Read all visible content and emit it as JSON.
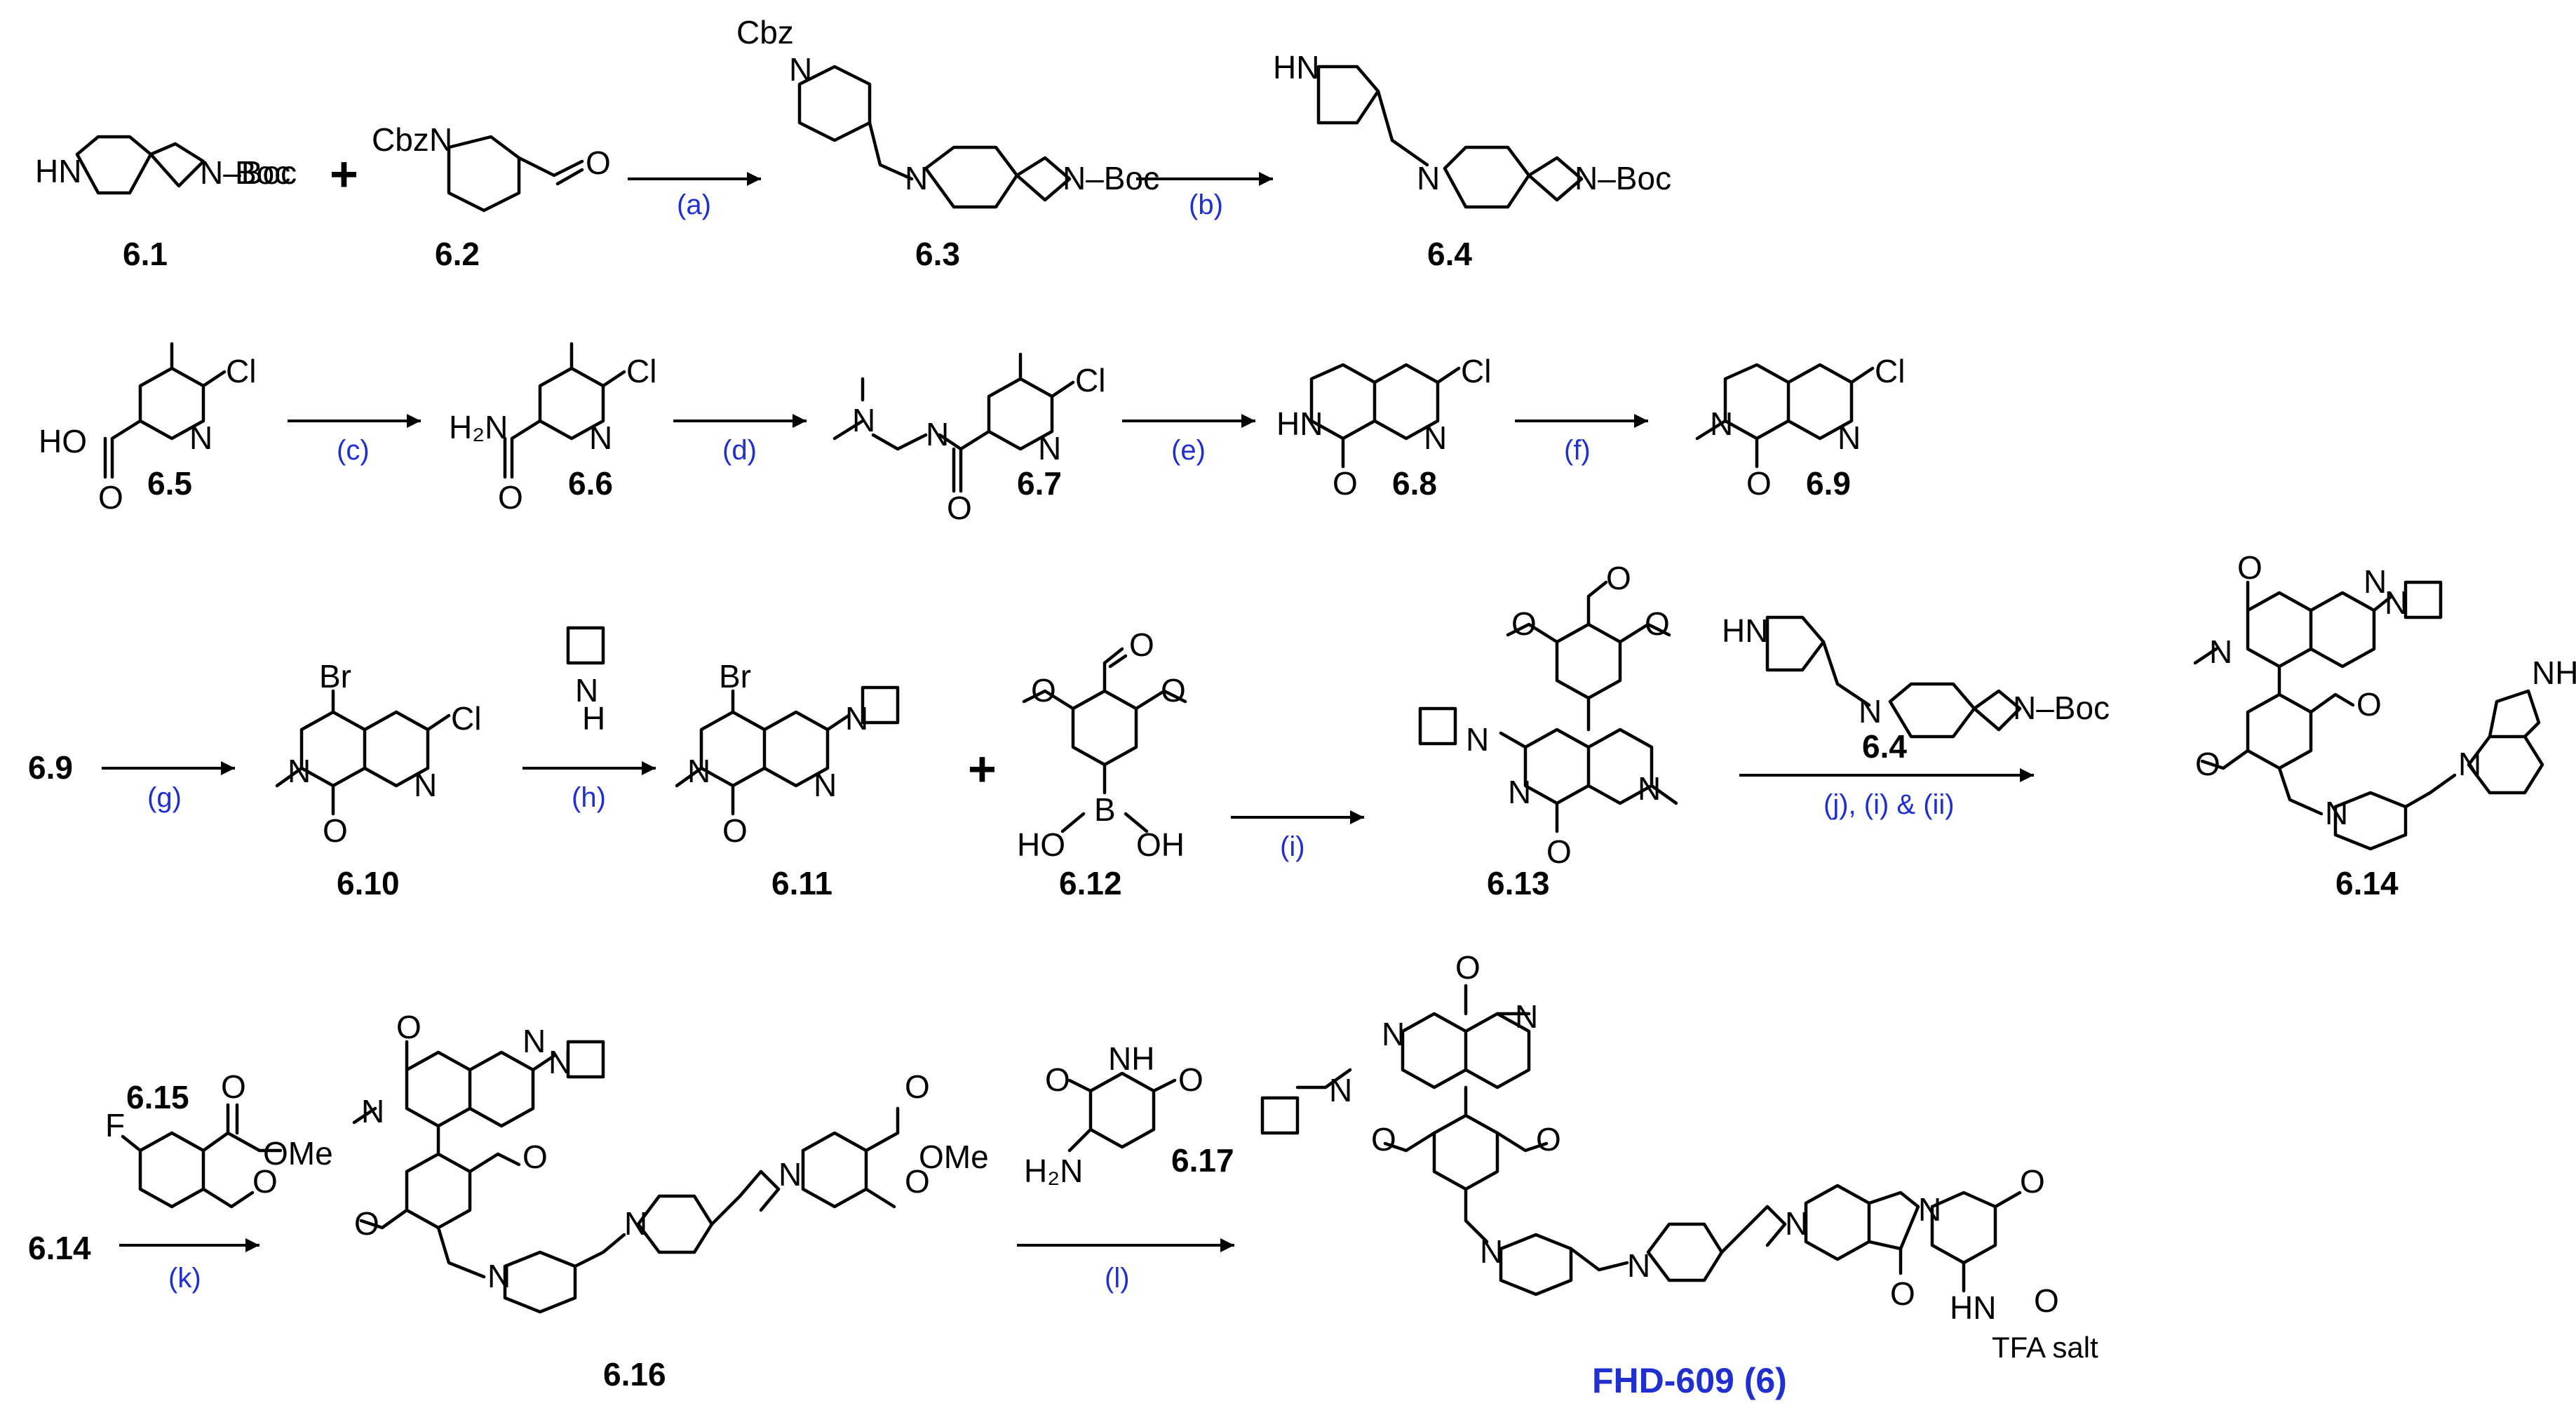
{
  "compounds": {
    "c6_1": "6.1",
    "c6_2": "6.2",
    "c6_3": "6.3",
    "c6_4": "6.4",
    "c6_5": "6.5",
    "c6_6": "6.6",
    "c6_7": "6.7",
    "c6_8": "6.8",
    "c6_9": "6.9",
    "c6_9_start": "6.9",
    "c6_10": "6.10",
    "c6_11": "6.11",
    "c6_12": "6.12",
    "c6_13": "6.13",
    "c6_4_reagent": "6.4",
    "c6_14": "6.14",
    "c6_14_start": "6.14",
    "c6_15": "6.15",
    "c6_16": "6.16",
    "c6_17": "6.17",
    "final": "FHD-609 (6)"
  },
  "conditions": {
    "a": "(a)",
    "b": "(b)",
    "c": "(c)",
    "d": "(d)",
    "e": "(e)",
    "f": "(f)",
    "g": "(g)",
    "h": "(h)",
    "i": "(i)",
    "j": "(j), (i) & (ii)",
    "k": "(k)",
    "l": "(l)"
  },
  "atoms": {
    "hn": "HN",
    "n": "N",
    "nh": "NH",
    "h": "H",
    "boc": "Boc",
    "cbz": "Cbz",
    "o": "O",
    "cl": "Cl",
    "br": "Br",
    "ho": "HO",
    "oh": "OH",
    "h2n": "H₂N",
    "b": "B",
    "f": "F",
    "ome": "OMe",
    "n_boc": "N–Boc"
  },
  "plus_sign": "+",
  "salt_label": "TFA salt"
}
